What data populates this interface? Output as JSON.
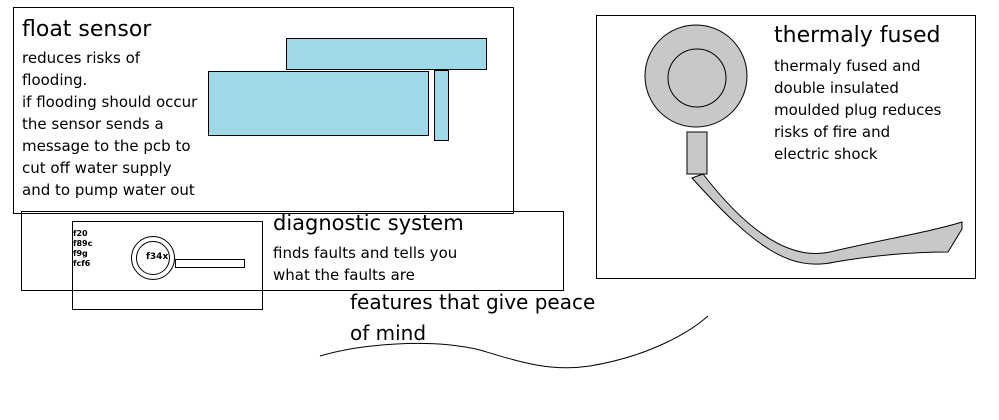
{
  "float_sensor": {
    "title": "float sensor",
    "lines": [
      "reduces risks of",
      "flooding.",
      "if flooding should occur",
      "the sensor sends a",
      "message to the pcb to",
      "cut off water supply",
      "and to pump water out"
    ]
  },
  "thermal": {
    "title": "thermaly fused",
    "lines": [
      "thermaly fused and",
      "double insulated",
      "moulded plug reduces",
      "risks of fire and",
      "electric shock"
    ]
  },
  "diagnostic": {
    "title": "diagnostic system",
    "lines": [
      "finds faults and tells you",
      "what the faults are"
    ],
    "codes": [
      "f20",
      "f89c",
      "f9g",
      "fcf6"
    ],
    "magnifier_label": "f34x"
  },
  "caption": {
    "lines": [
      "features that give peace",
      "of mind"
    ]
  },
  "colors": {
    "sensor_fill": "#9fd8e6",
    "plug_fill": "#c8c8c8"
  }
}
